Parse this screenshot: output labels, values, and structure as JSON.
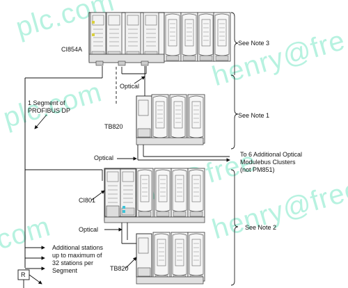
{
  "labels": {
    "ci854a": "CI854A",
    "optical_top": "Optical",
    "segment_1": "1 Segment of",
    "segment_2": "PROFIBUS DP",
    "tb820_top": "TB820",
    "see_note_3": "See Note 3",
    "see_note_1": "See Note 1",
    "optical_mid": "Optical",
    "to6_1": "To 6 Additional Optical",
    "to6_2": "Modulebus Clusters",
    "to6_3": "(not PM851)",
    "ci801": "CI801",
    "see_note_2": "See Note 2",
    "optical_low": "Optical",
    "tb820_bottom": "TB820",
    "additional_1": "Additional stations",
    "additional_2": "up to maximum of",
    "additional_3": "32 stations per",
    "additional_4": "Segment",
    "repeater": "R"
  },
  "watermarks": [
    "plc.com",
    "henry@fre",
    "plc.com",
    "henry@free",
    "henry@free",
    "com"
  ],
  "colors": {
    "line": "#111111",
    "module_fill": "#f4f4f4",
    "module_dark": "#555555",
    "watermark": "#7de8c8",
    "accent_led": "#3cc3d8"
  }
}
